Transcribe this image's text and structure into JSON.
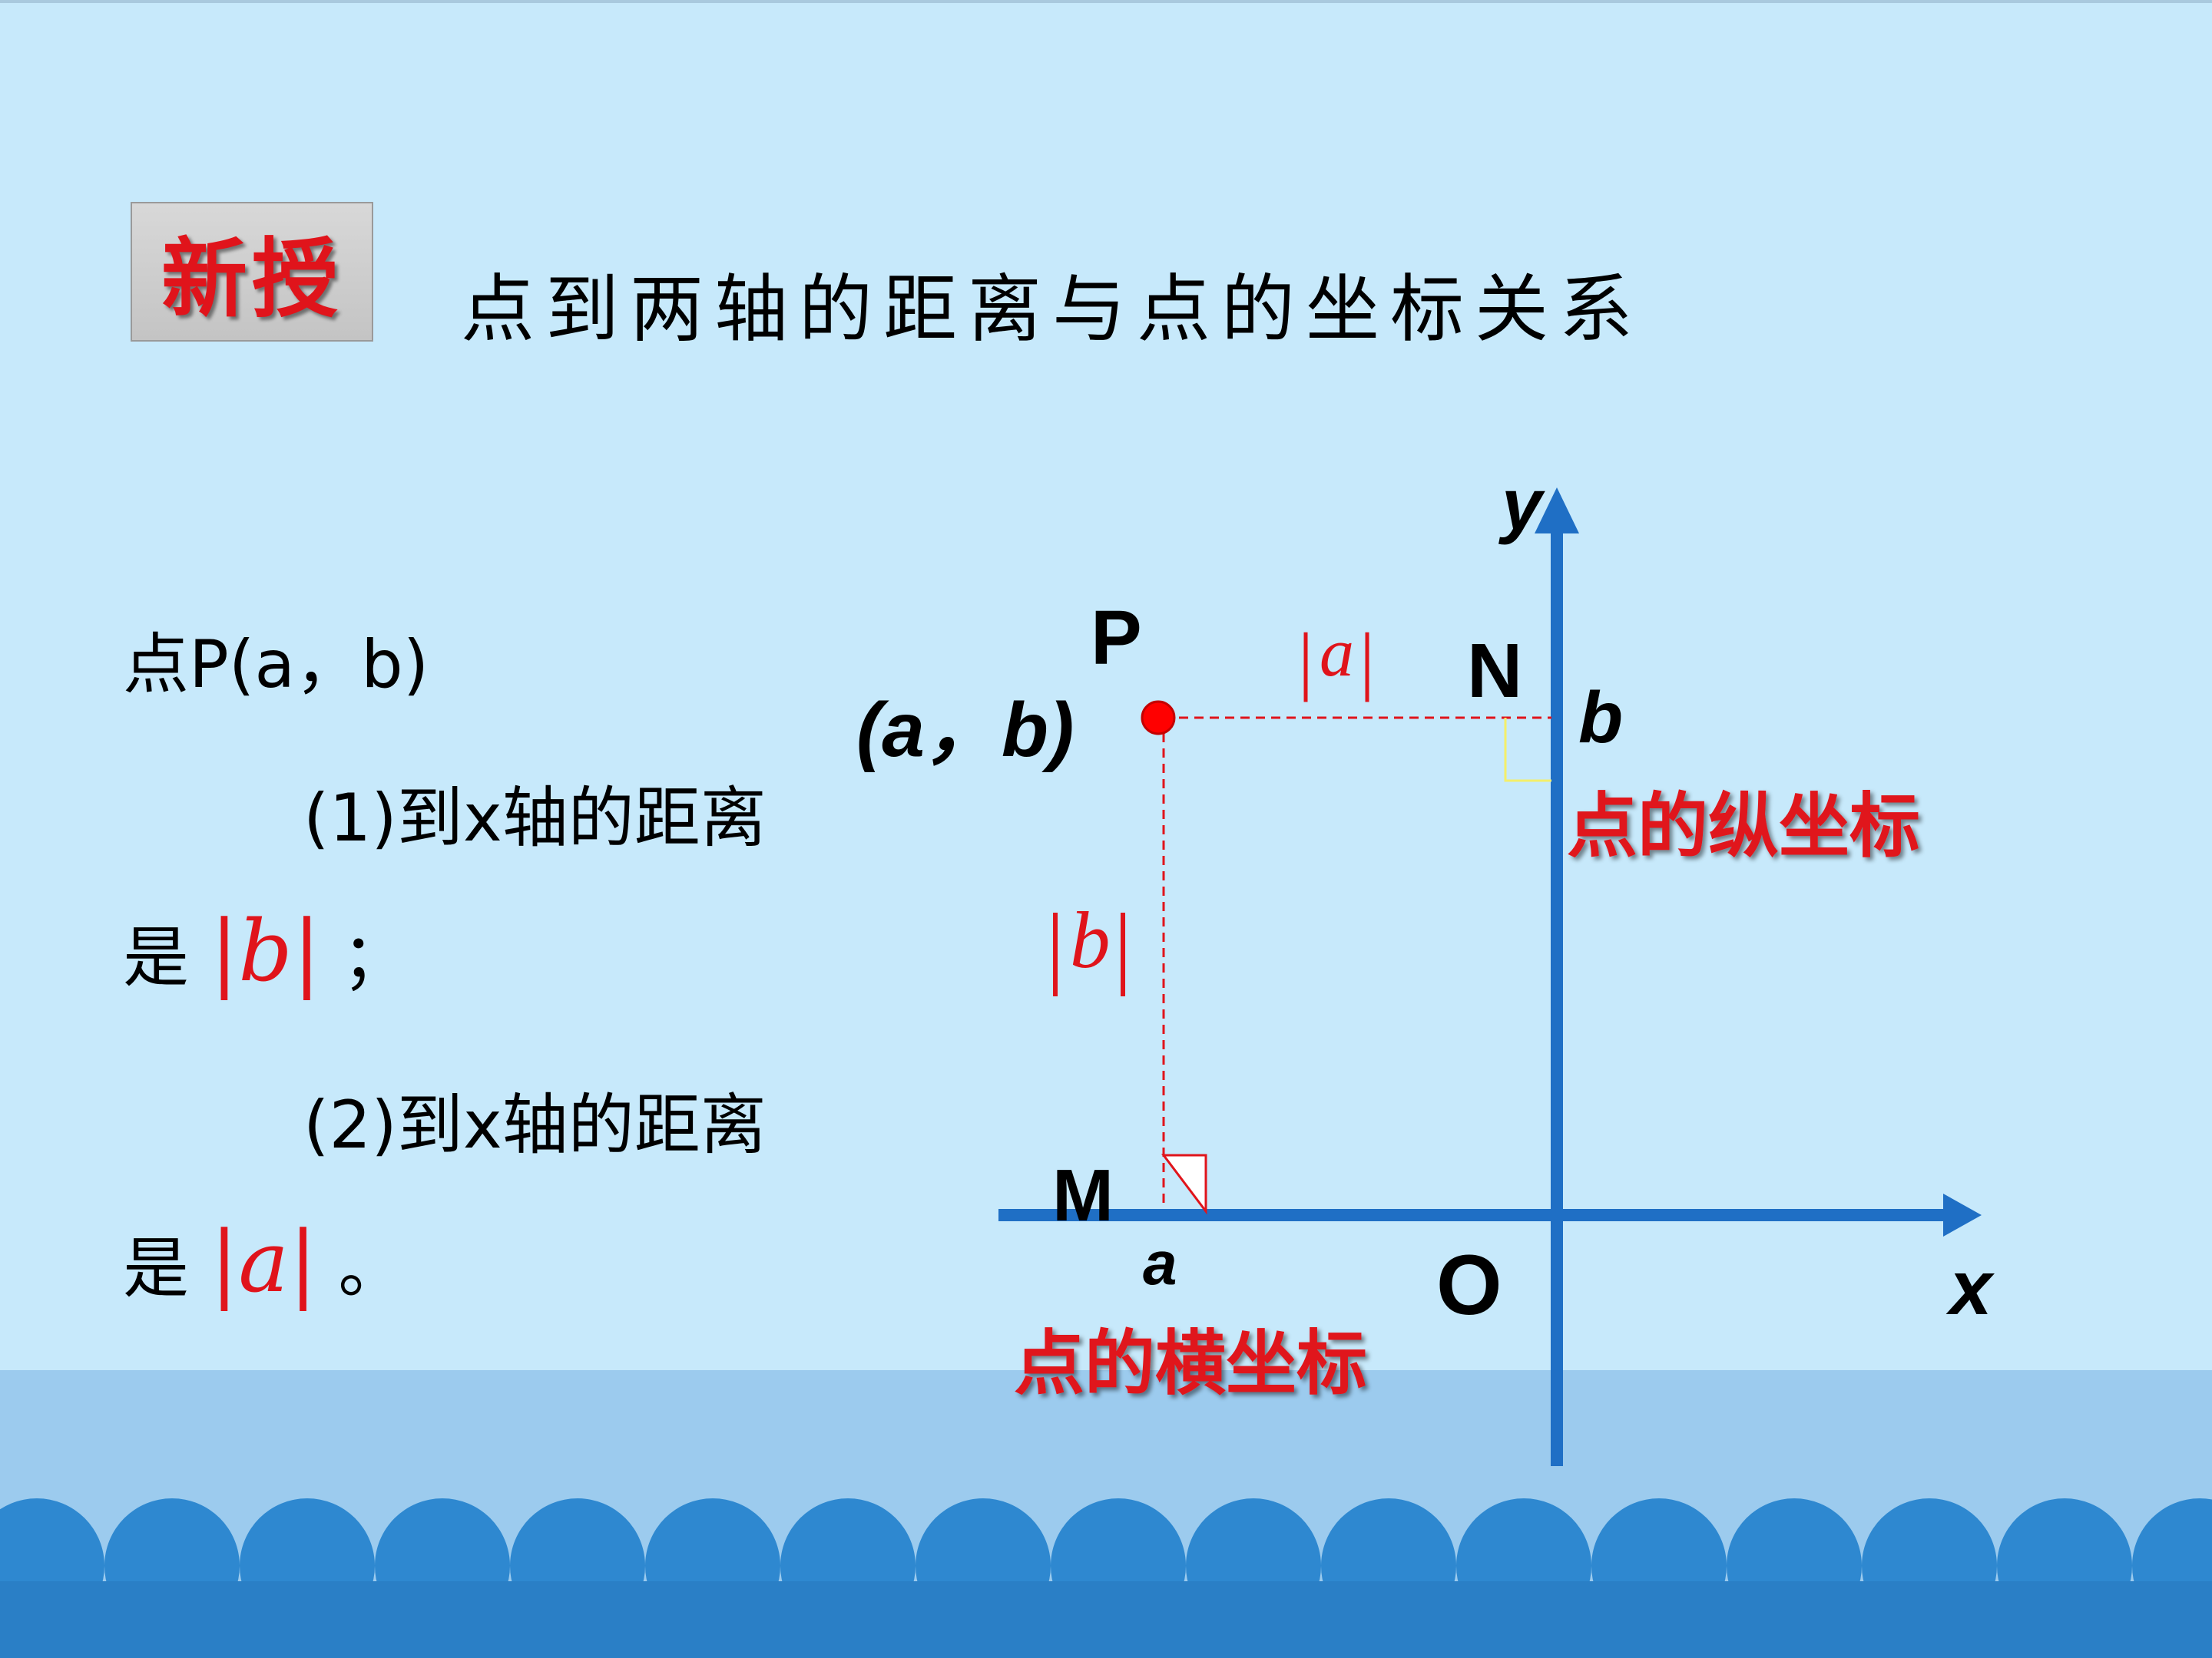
{
  "badge": {
    "label": "新授"
  },
  "heading": "点到两轴的距离与点的坐标关系",
  "left_text": {
    "point": "点P(a，b)",
    "item1": "(1)到x轴的距离",
    "item1_result_prefix": "是",
    "item1_result_value": "b",
    "item1_result_suffix": "；",
    "item2": "(2)到x轴的距离",
    "item2_result_prefix": "是",
    "item2_result_value": "a",
    "item2_result_suffix": "。"
  },
  "diagram": {
    "axis_x_label": "x",
    "axis_y_label": "y",
    "origin_label": "O",
    "point_label": "P",
    "point_coord": "(a，b)",
    "point_m_label": "M",
    "point_n_label": "N",
    "x_value_label": "a",
    "y_value_label": "b",
    "abs_a": "a",
    "abs_b": "b",
    "x_caption": "点的横坐标",
    "y_caption": "点的纵坐标"
  },
  "colors": {
    "background": "#c7e9fb",
    "axis": "#1f6fc5",
    "accent_red": "#e0141b",
    "point": "#ff0000",
    "sea": "#9ccbee",
    "waves": "#2e88d0"
  }
}
